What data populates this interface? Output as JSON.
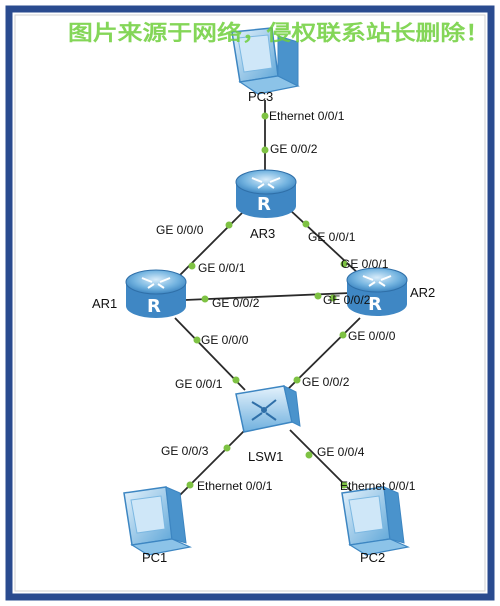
{
  "watermark": "图片来源于网络，侵权联系站长删除！",
  "colors": {
    "border": "#2a4b8f",
    "link": "#2a2a2a",
    "port_dot": "#7ec243",
    "device_blue": "#5aa9dc",
    "watermark": "#6fcf3c"
  },
  "devices": {
    "pc3": "PC3",
    "ar3": "AR3",
    "ar1": "AR1",
    "ar2": "AR2",
    "lsw1": "LSW1",
    "pc1": "PC1",
    "pc2": "PC2"
  },
  "ports": {
    "pc3_eth": "Ethernet 0/0/1",
    "ar3_ge002": "GE 0/0/2",
    "ar3_ge000": "GE 0/0/0",
    "ar3_ge001": "GE 0/0/1",
    "ar1_ge001": "GE 0/0/1",
    "ar1_ge002": "GE 0/0/2",
    "ar1_ge000": "GE 0/0/0",
    "ar2_ge001": "GE 0/0/1",
    "ar2_ge002": "GE 0/0/2",
    "ar2_ge000": "GE 0/0/0",
    "lsw1_ge001": "GE 0/0/1",
    "lsw1_ge002": "GE 0/0/2",
    "lsw1_ge003": "GE 0/0/3",
    "lsw1_ge004": "GE 0/0/4",
    "pc1_eth": "Ethernet 0/0/1",
    "pc2_eth": "Ethernet 0/0/1"
  }
}
